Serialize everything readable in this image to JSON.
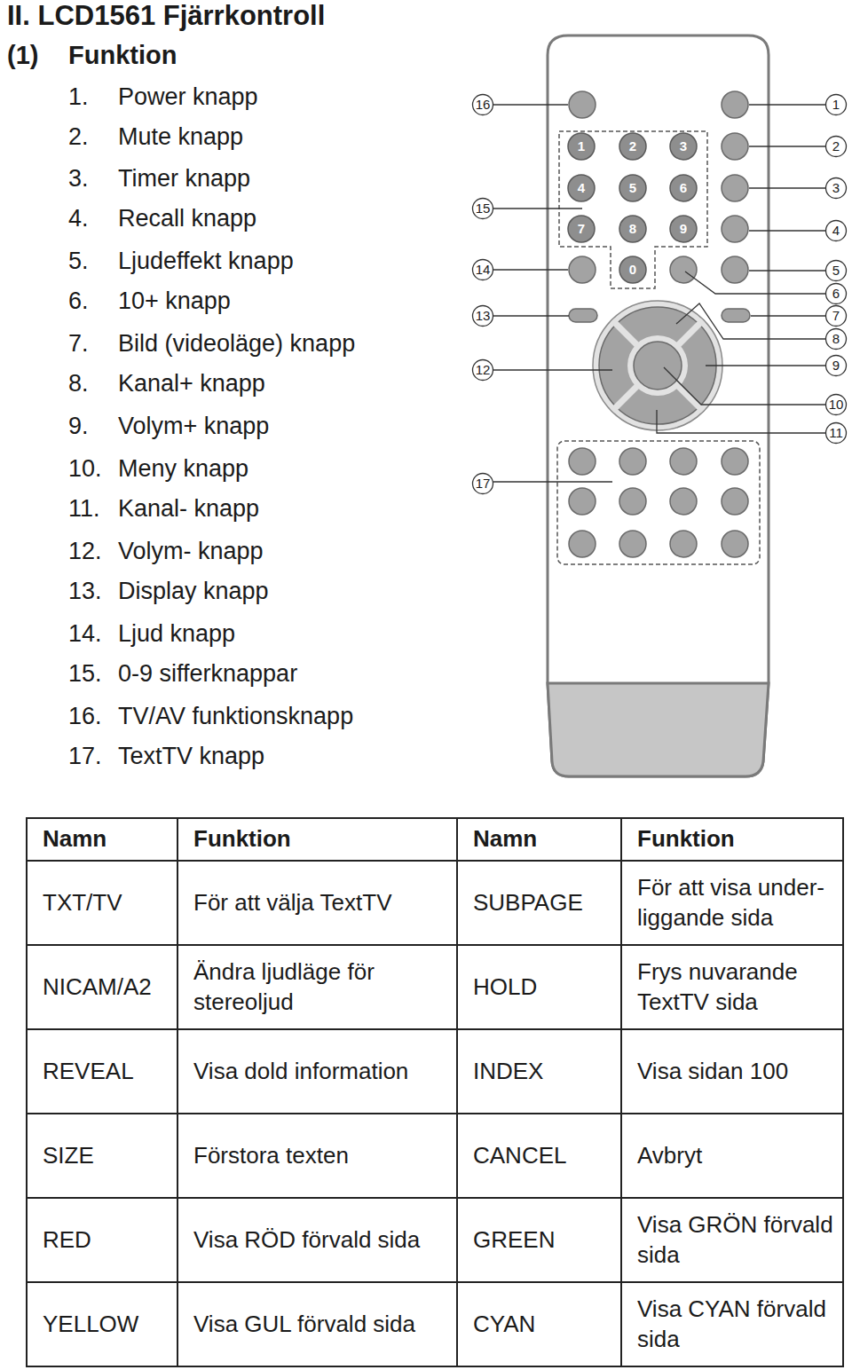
{
  "diagram": {
    "title": "II. LCD1561 Fjärrkontroll",
    "labels": [
      "(1)",
      "Funktion",
      "1.",
      "Power knapp",
      "2.",
      "Mute knapp",
      "3.",
      "Timer knapp",
      "4.",
      "Recall knapp",
      "5.",
      "Ljudeffekt knapp",
      "6.",
      "10+ knapp",
      "7.",
      "Bild (videoläge) knapp",
      "8.",
      "Kanal+ knapp",
      "9.",
      "Volym+ knapp",
      "10.",
      "Meny knapp",
      "11.",
      "Kanal- knapp",
      "12.",
      "Volym- knapp",
      "13.",
      "Display knapp",
      "14.",
      "Ljud knapp",
      "15.",
      "0-9 sifferknappar",
      "16.",
      "TV/AV funktionsknapp",
      "17.",
      "TextTV knapp",
      "1",
      "2",
      "3",
      "4",
      "5",
      "6",
      "7",
      "8",
      "9",
      "10",
      "11",
      "12",
      "13",
      "14",
      "15",
      "16",
      "17",
      "1",
      "2",
      "3",
      "4",
      "5",
      "6",
      "7",
      "8",
      "9",
      "0",
      "Namn",
      "Funktion",
      "Namn",
      "Funktion",
      "TXT/TV",
      "För att välja TextTV",
      "SUBPAGE",
      "För att visa under- liggande sida",
      "NICAM/A2",
      "Ändra ljudläge för stereoljud",
      "HOLD",
      "Frys nuvarande TextTV sida",
      "REVEAL",
      "Visa dold information",
      "INDEX",
      "Visa sidan 100",
      "SIZE",
      "Förstora texten",
      "CANCEL",
      "Avbryt",
      "RED",
      "Visa RÖD förvald sida",
      "GREEN",
      "Visa GRÖN förvald sida",
      "YELLOW",
      "Visa GUL förvald sida",
      "CYAN",
      "Visa CYAN förvald sida"
    ]
  }
}
